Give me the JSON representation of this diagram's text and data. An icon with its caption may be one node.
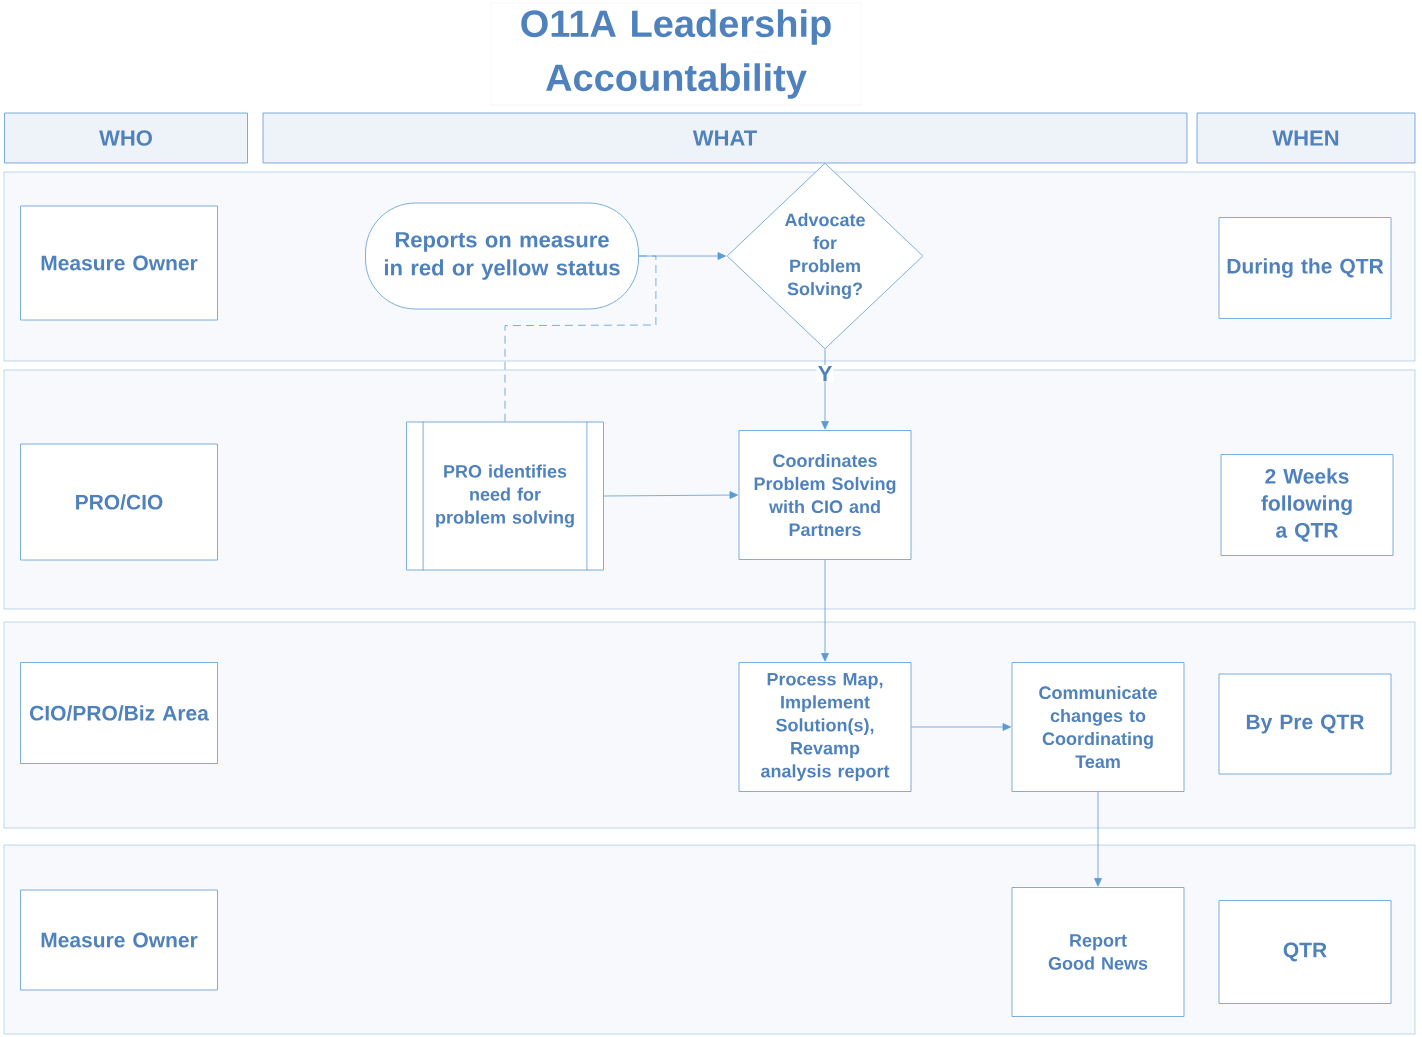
{
  "diagram": {
    "title": "O11A Leadership Accountability",
    "nodes": [
      {
        "text": [
          "WHO"
        ]
      },
      {
        "text": [
          "WHAT"
        ]
      },
      {
        "text": [
          "WHEN"
        ]
      },
      {
        "text": [
          "Measure Owner"
        ]
      },
      {
        "text": [
          "Reports on measure in red or yellow status"
        ]
      },
      {
        "text": [
          "Advocate for Problem Solving?"
        ]
      },
      {
        "text": [
          "During the QTR"
        ]
      },
      {
        "text": [
          "PRO/CIO"
        ]
      },
      {
        "text": [
          "PRO identifies need for problem solving"
        ]
      },
      {
        "text": [
          "Coordinates Problem Solving with CIO and Partners"
        ]
      },
      {
        "text": [
          "2 Weeks following a QTR"
        ]
      },
      {
        "text": [
          "CIO/PRO/Biz Area"
        ]
      },
      {
        "text": [
          "Process Map, Implement Solution(s), Revamp analysis report"
        ]
      },
      {
        "text": [
          "Communicate changes to Coordinating Team"
        ]
      },
      {
        "text": [
          "By Pre QTR"
        ]
      },
      {
        "text": [
          "Measure Owner"
        ]
      },
      {
        "text": [
          "Report Good News"
        ]
      },
      {
        "text": [
          "QTR"
        ]
      }
    ],
    "edges": [
      {
        "from": 4,
        "to": 5,
        "arrow": "to"
      },
      {
        "from": 4,
        "to": 8,
        "arrow": "none",
        "style": "dashed"
      },
      {
        "from": 5,
        "to": 9,
        "arrow": "to",
        "label": "Y"
      },
      {
        "from": 8,
        "to": 9,
        "arrow": "to"
      },
      {
        "from": 9,
        "to": 12,
        "arrow": "to"
      },
      {
        "from": 12,
        "to": 13,
        "arrow": "to"
      },
      {
        "from": 13,
        "to": 16,
        "arrow": "to"
      }
    ]
  }
}
